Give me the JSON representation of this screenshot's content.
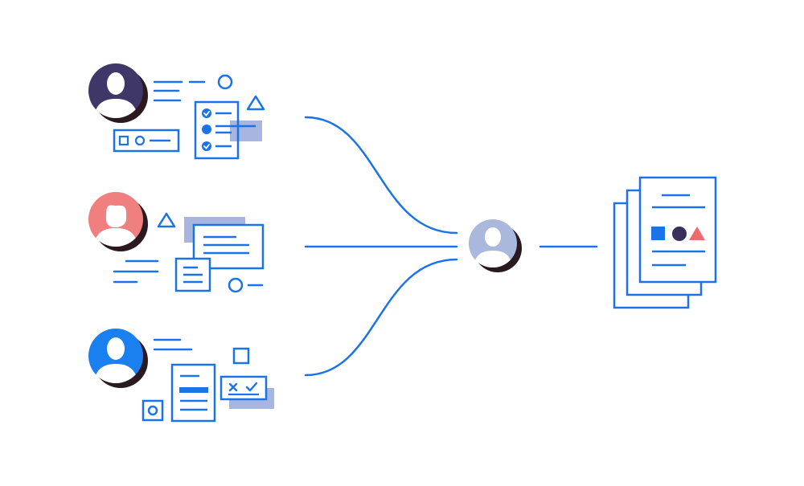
{
  "colors": {
    "line": "#1a73e8",
    "shadow": "#2a1a1f",
    "avatar_dark": "#3f3768",
    "avatar_red": "#f08080",
    "avatar_blue": "#1a80f0",
    "avatar_hub": "#a9b8dc",
    "panel_fill": "#a8b5de",
    "doc_square": "#1a73e8",
    "doc_circle": "#3a2e5a",
    "doc_triangle": "#ef6b6b"
  },
  "contributors": [
    {
      "avatar_icon": "person-icon",
      "color_key": "avatar_dark"
    },
    {
      "avatar_icon": "person-icon",
      "color_key": "avatar_red"
    },
    {
      "avatar_icon": "person-icon",
      "color_key": "avatar_blue"
    }
  ],
  "hub": {
    "avatar_icon": "person-icon",
    "color_key": "avatar_hub"
  },
  "output": {
    "icon": "stacked-documents-icon",
    "pages": 3
  }
}
